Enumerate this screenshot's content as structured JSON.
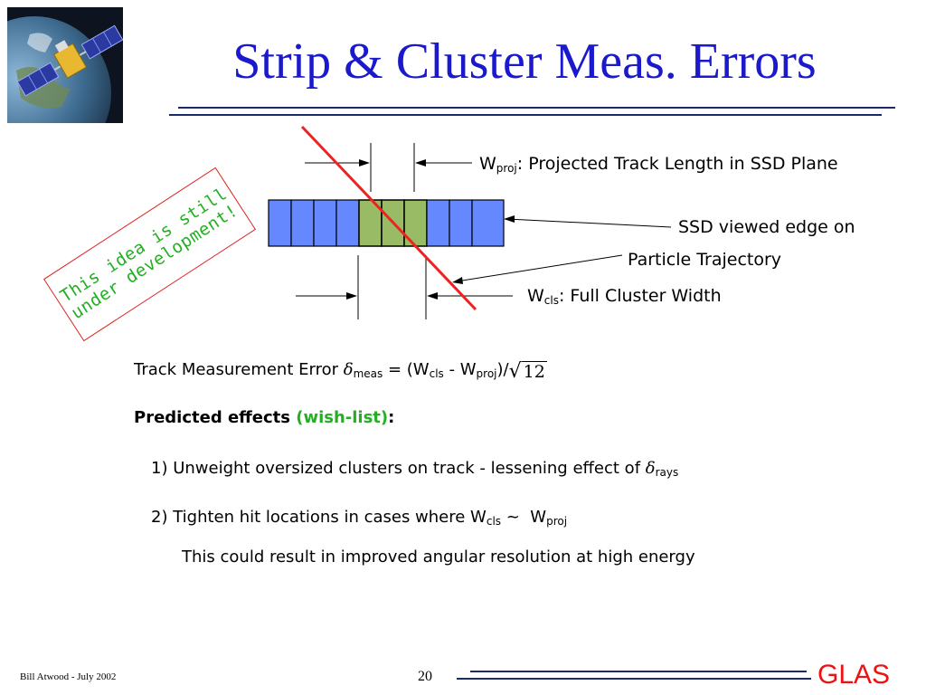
{
  "slide": {
    "title": "Strip & Cluster Meas. Errors",
    "callout": {
      "line1": "This idea is still",
      "line2": "under development!"
    },
    "diagram": {
      "wproj": {
        "main": "W",
        "sub": "proj",
        "rest": ": Projected Track Length in SSD Plane"
      },
      "ssd_label": "SSD viewed edge on",
      "trajectory_label": "Particle Trajectory",
      "wcls": {
        "main": "W",
        "sub": "cls",
        "rest": ": Full Cluster Width"
      }
    },
    "formula": {
      "prefix": "Track Measurement Error ",
      "delta": "δ",
      "delta_sub": "meas",
      "mid1": " = (W",
      "sub1": "cls",
      "mid2": " - W",
      "sub2": "proj",
      "mid3": ")/",
      "radicand": "12"
    },
    "predicted": {
      "label": "Predicted effects ",
      "wish": "(wish-list)",
      "colon": ":"
    },
    "item1": {
      "text": "1) Unweight oversized clusters on track - lessening effect of ",
      "delta": "δ",
      "sub": "rays"
    },
    "item2": {
      "text": "2) Tighten hit locations in cases where W",
      "sub1": "cls",
      "mid": " ~  W",
      "sub2": "proj"
    },
    "note": "This could result in improved angular resolution at high energy",
    "footer": {
      "author": "Bill Atwood  - July 2002",
      "page": "20",
      "logo": "GLAS"
    },
    "colors": {
      "title": "#1a1acc",
      "strip_fill": "#6688ff",
      "cluster_fill": "#99bb66",
      "track": "#ee2222",
      "callout_text": "#22b022",
      "wish_list": "#22b022",
      "logo": "#ee1111"
    }
  }
}
